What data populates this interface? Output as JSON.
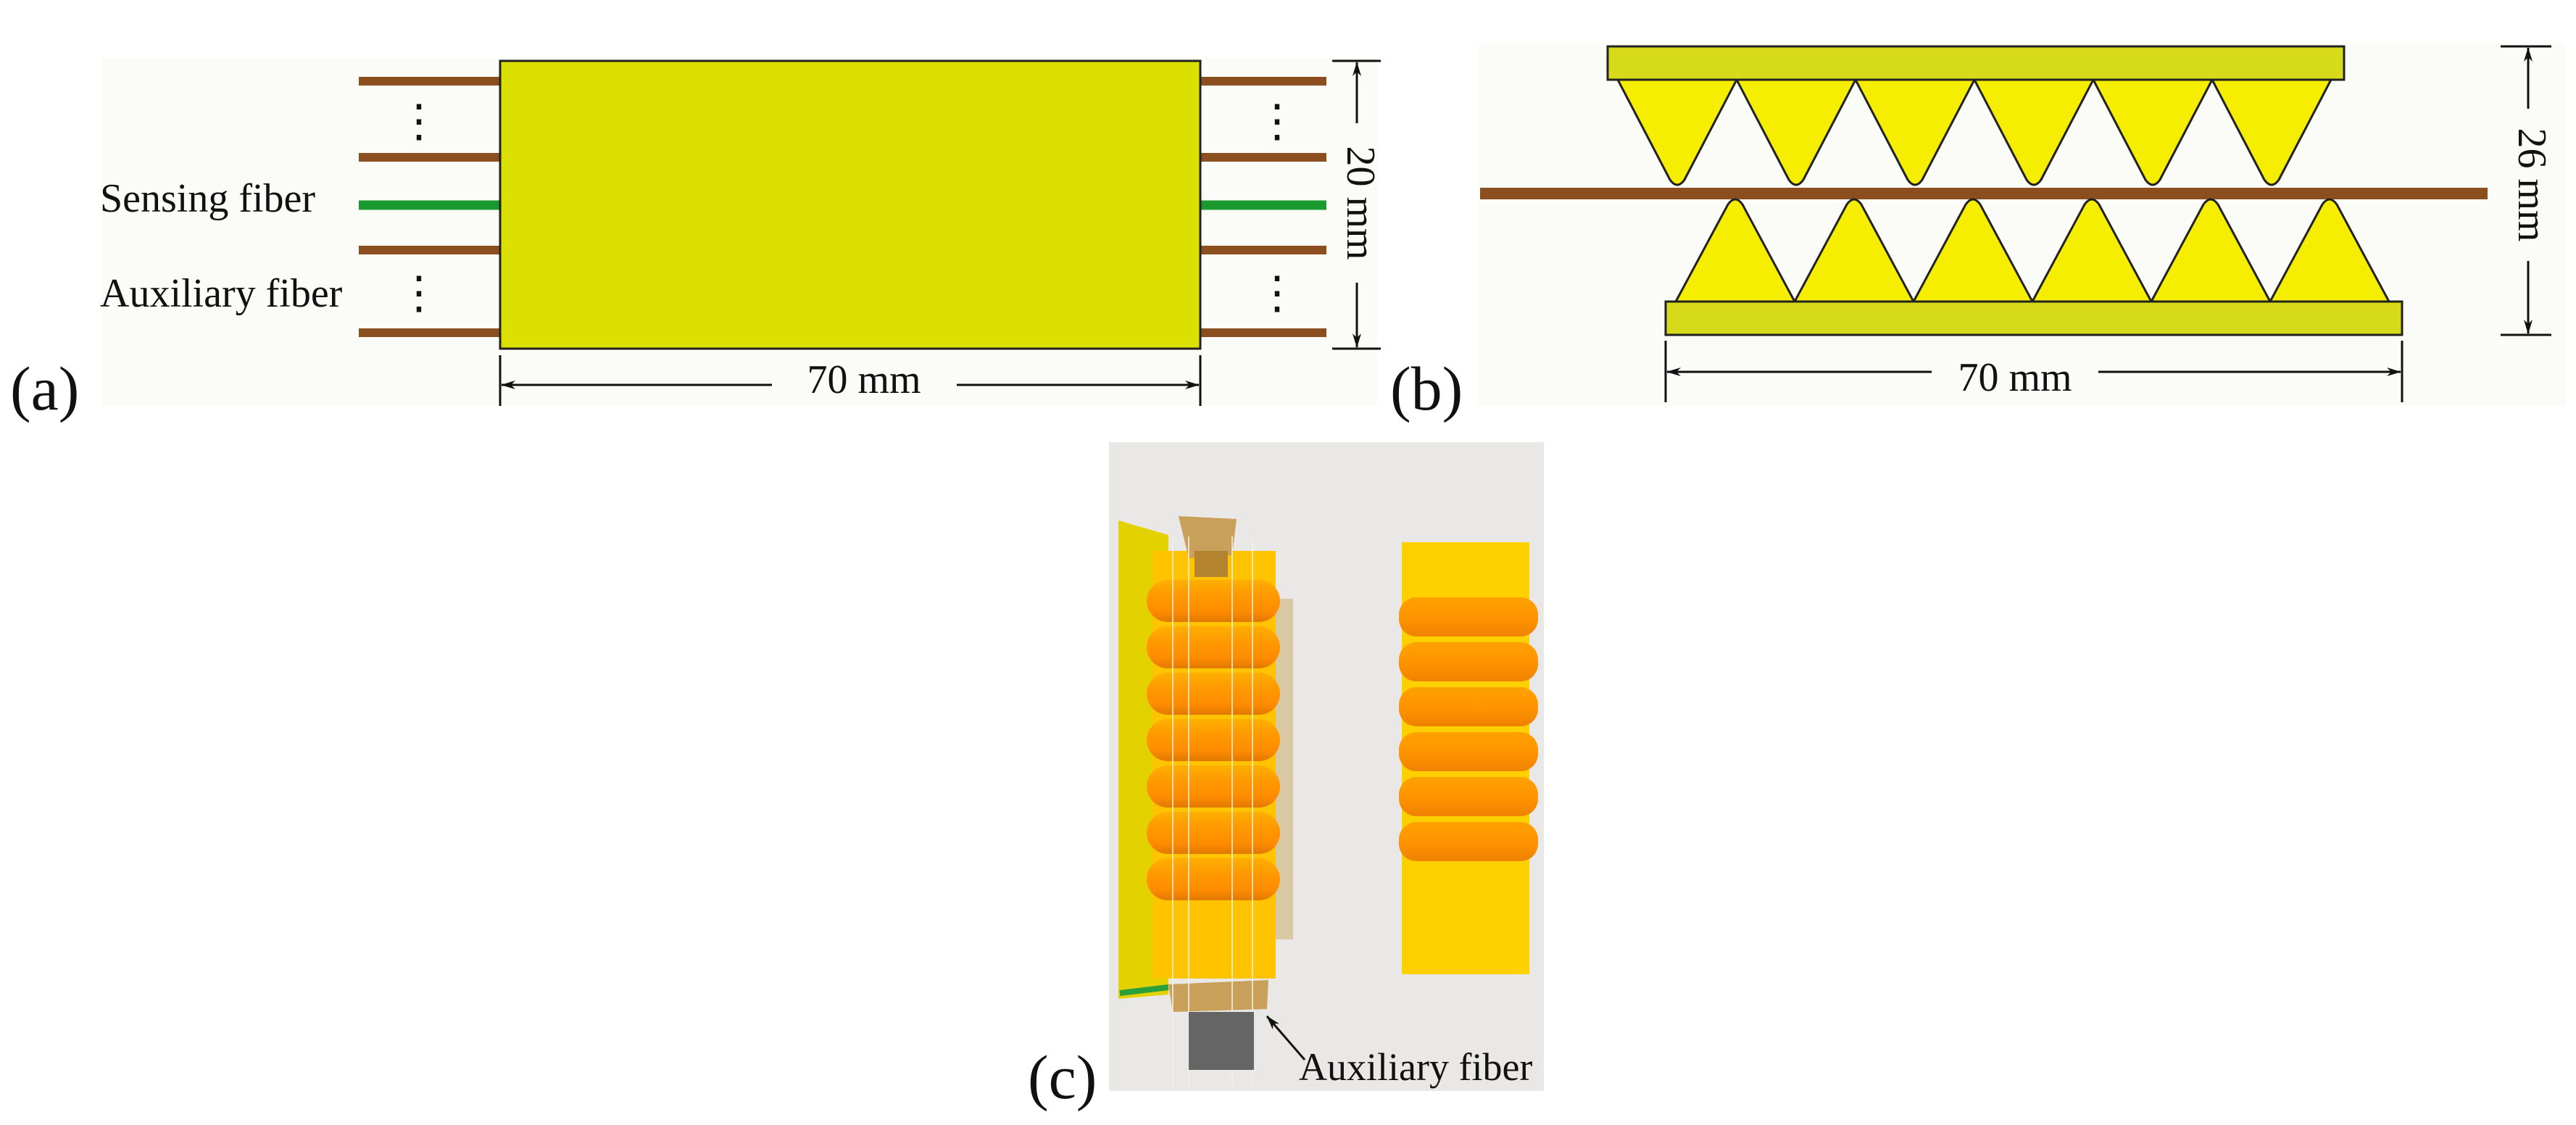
{
  "panels": {
    "a": {
      "letter": "(a)",
      "sensing_label": "Sensing fiber",
      "auxiliary_label": "Auxiliary fiber",
      "width_dim": "70 mm",
      "height_dim": "20 mm",
      "ellipsis": "⋮"
    },
    "b": {
      "letter": "(b)",
      "width_dim": "70 mm",
      "height_dim": "26 mm",
      "upper_teeth_count": 6,
      "lower_teeth_count": 6
    },
    "c": {
      "letter": "(c)",
      "auxiliary_label": "Auxiliary fiber"
    }
  },
  "colors": {
    "plate_fill": "#DCE000",
    "plate_stroke": "#222222",
    "tooth_fill": "#F5EE00",
    "bar_fill": "#D6DA1A",
    "brown_fiber": "#8B4E1E",
    "green_fiber": "#1A9A2E",
    "arrow": "#111111",
    "photo_bg": "#EAE8E6",
    "photo_orange": "#FF9F00",
    "photo_yellow": "#FFD000"
  }
}
